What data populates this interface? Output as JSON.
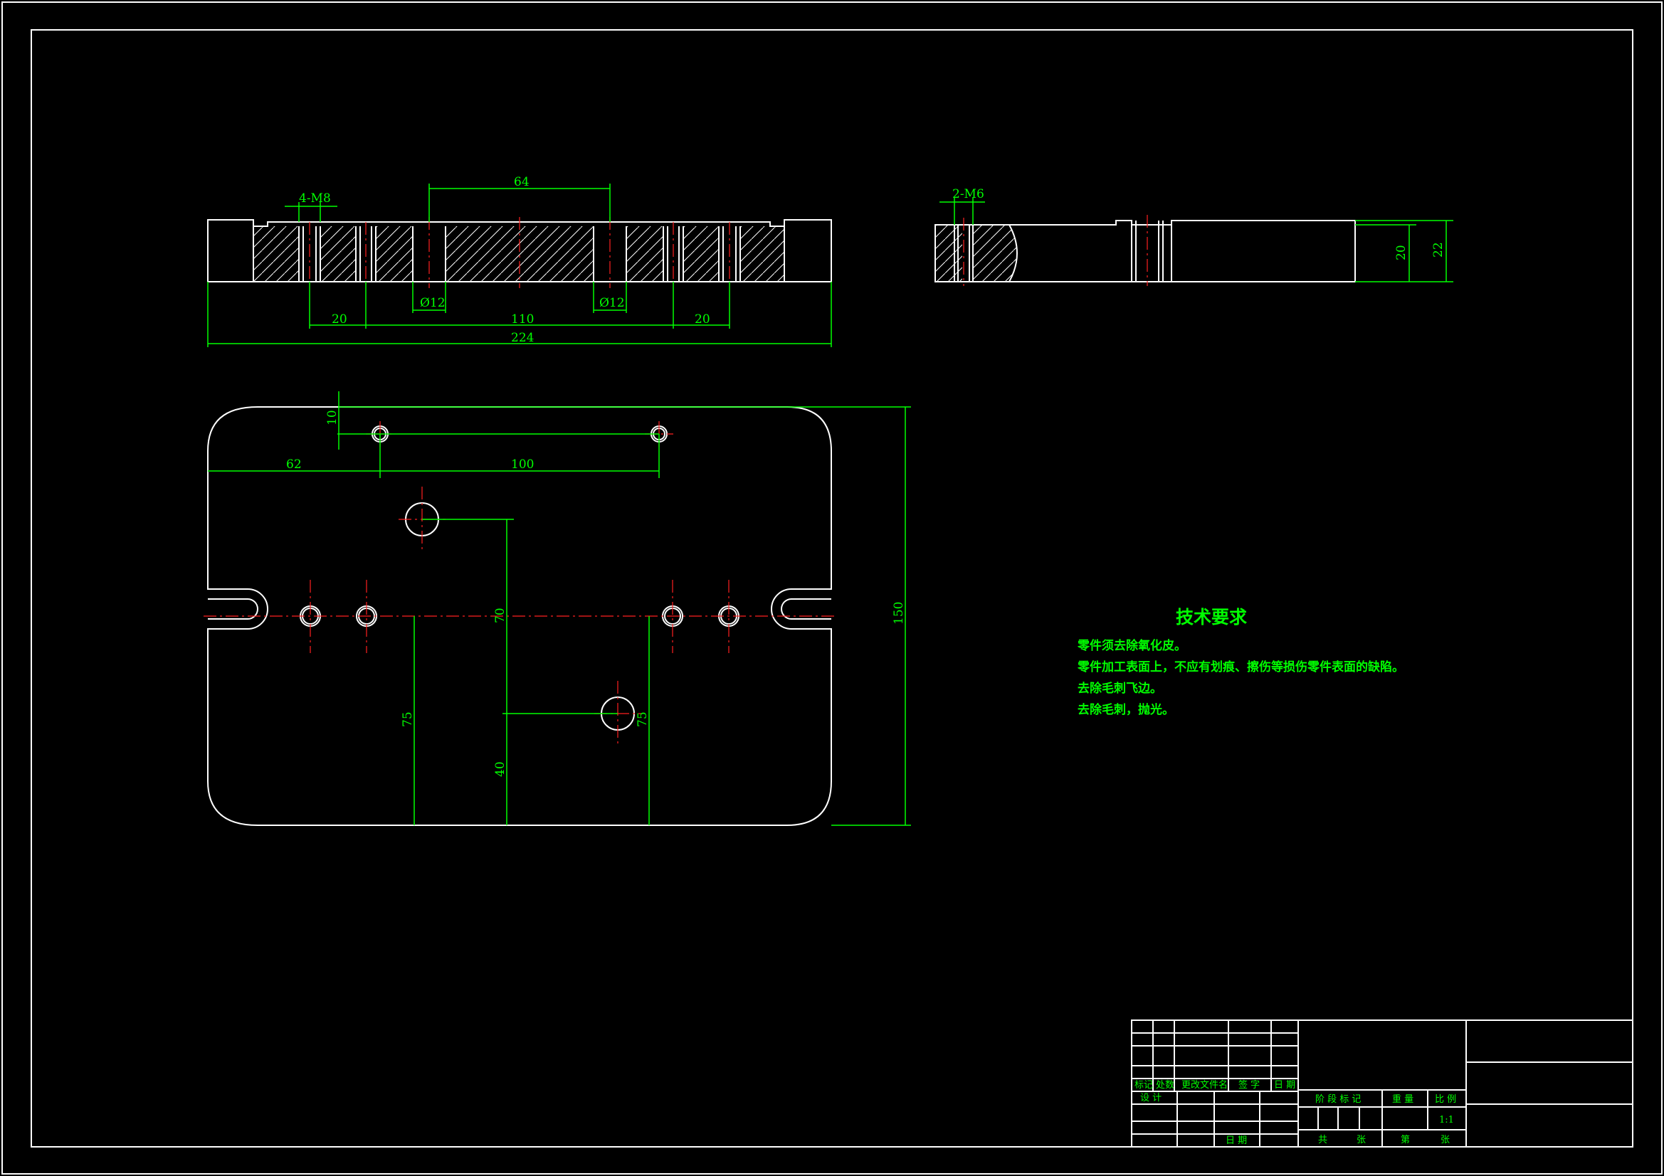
{
  "colors": {
    "background": "#000000",
    "outline": "#ffffff",
    "dimension": "#00ff00",
    "centerline": "#ff2020"
  },
  "front_view": {
    "thread_label": "4-M8",
    "dim_top": "64",
    "dia_left": "Ø12",
    "dia_right": "Ø12",
    "dim_left_pitch": "20",
    "dim_center": "110",
    "dim_right_pitch": "20",
    "dim_total": "224"
  },
  "side_view": {
    "thread_label": "2-M6",
    "dim_inner_height": "20",
    "dim_total_height": "22"
  },
  "top_view": {
    "dim_top_offset": "10",
    "dim_left_offset": "62",
    "dim_hole_span": "100",
    "dim_height": "150",
    "dim_v70": "70",
    "dim_v75_left": "75",
    "dim_v75_right": "75",
    "dim_v40": "40"
  },
  "tech_requirements": {
    "title": "技术要求",
    "items": [
      "零件须去除氧化皮。",
      "零件加工表面上，不应有划痕、擦伤等损伤零件表面的缺陷。",
      "去除毛刺飞边。",
      "去除毛刺，抛光。"
    ]
  },
  "title_block": {
    "rev_headers": [
      "标记",
      "处数",
      "更改文件名",
      "签  字",
      "日  期"
    ],
    "design": "设  计",
    "date": "日  期",
    "stage_mark": "阶  段  标  记",
    "weight": "重  量",
    "scale_label": "比  例",
    "scale_value": "1:1",
    "total_sheets": "共",
    "sheet_unit": "张",
    "sheet_no": "第",
    "sheet_unit2": "张"
  }
}
